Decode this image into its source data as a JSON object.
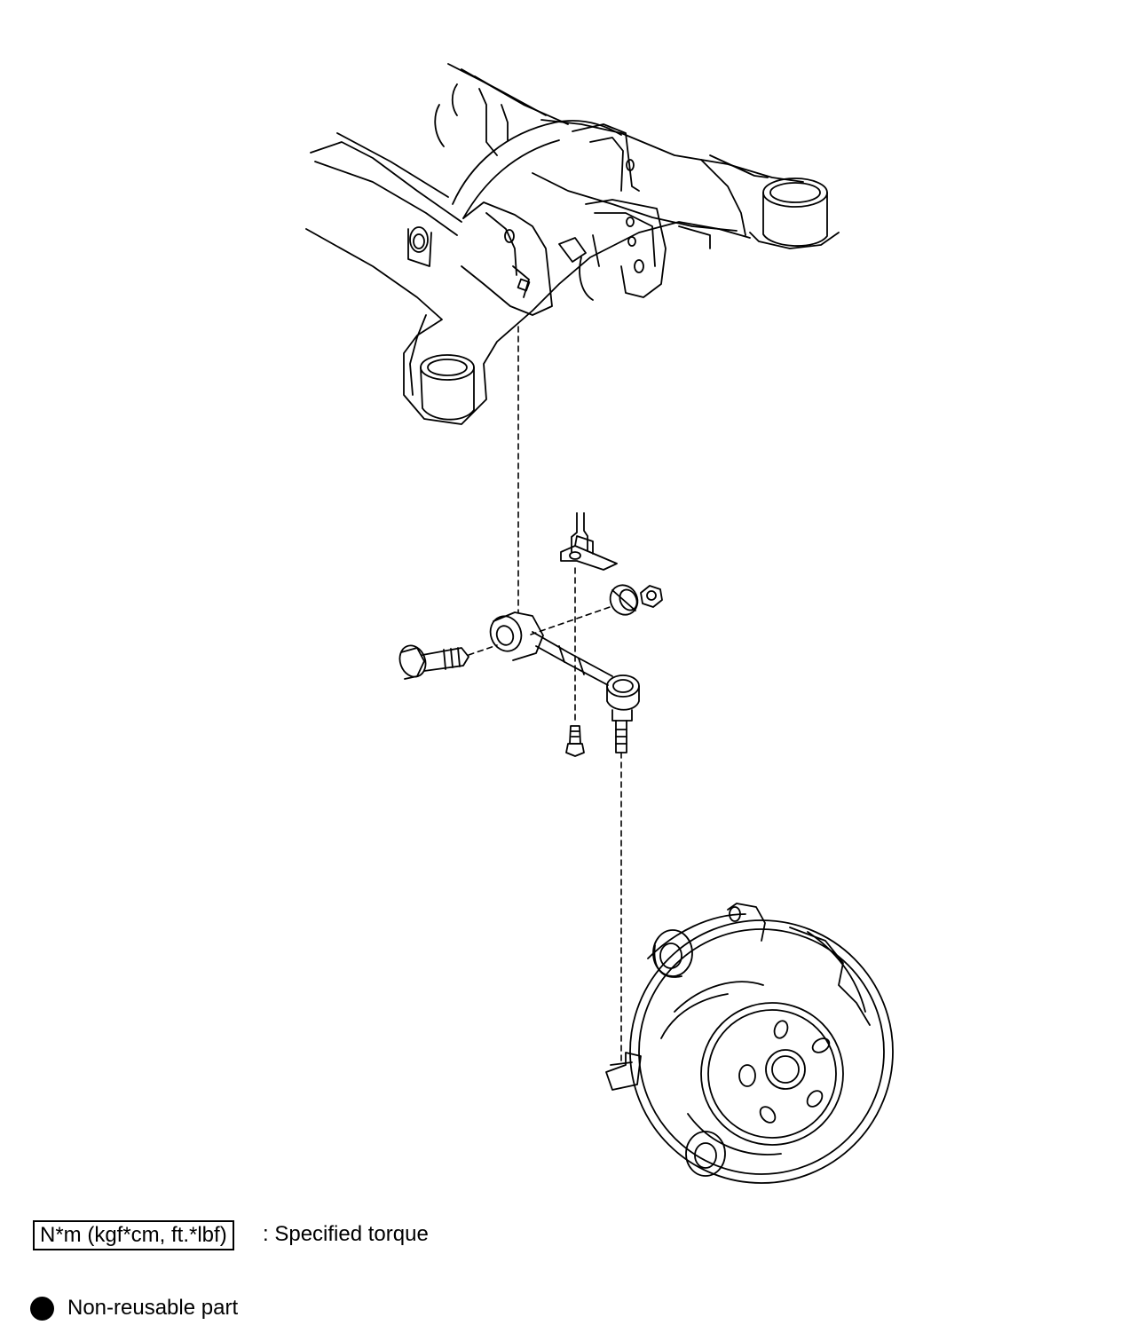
{
  "legend": {
    "torque_unit": "N*m (kgf*cm, ft.*lbf)",
    "torque_desc": ": Specified torque",
    "nonreusable_desc": "Non-reusable part"
  }
}
